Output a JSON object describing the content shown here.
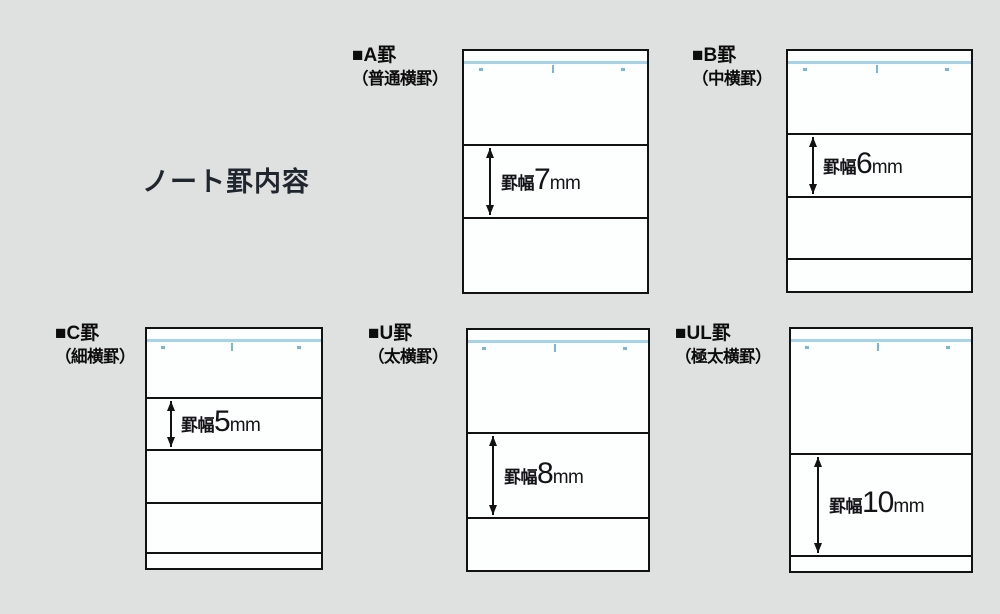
{
  "page": {
    "title": "ノート罫内容"
  },
  "cards": [
    {
      "id": "A",
      "heading": "■A罫",
      "subheading": "（普通横罫）",
      "label": "罫幅",
      "value": "7",
      "unit": "mm"
    },
    {
      "id": "B",
      "heading": "■B罫",
      "subheading": "（中横罫）",
      "label": "罫幅",
      "value": "6",
      "unit": "mm"
    },
    {
      "id": "C",
      "heading": "■C罫",
      "subheading": "（細横罫）",
      "label": "罫幅",
      "value": "5",
      "unit": "mm"
    },
    {
      "id": "U",
      "heading": "■U罫",
      "subheading": "（太横罫）",
      "label": "罫幅",
      "value": "8",
      "unit": "mm"
    },
    {
      "id": "UL",
      "heading": "■UL罫",
      "subheading": "（極太横罫）",
      "label": "罫幅",
      "value": "10",
      "unit": "mm"
    }
  ],
  "colors": {
    "background": "#dfe1e1",
    "card_background": "#fdfefe",
    "rule_line": "#121212",
    "margin_line": "#a6d3e8",
    "tick": "#79b7d6",
    "text": "#141418"
  }
}
